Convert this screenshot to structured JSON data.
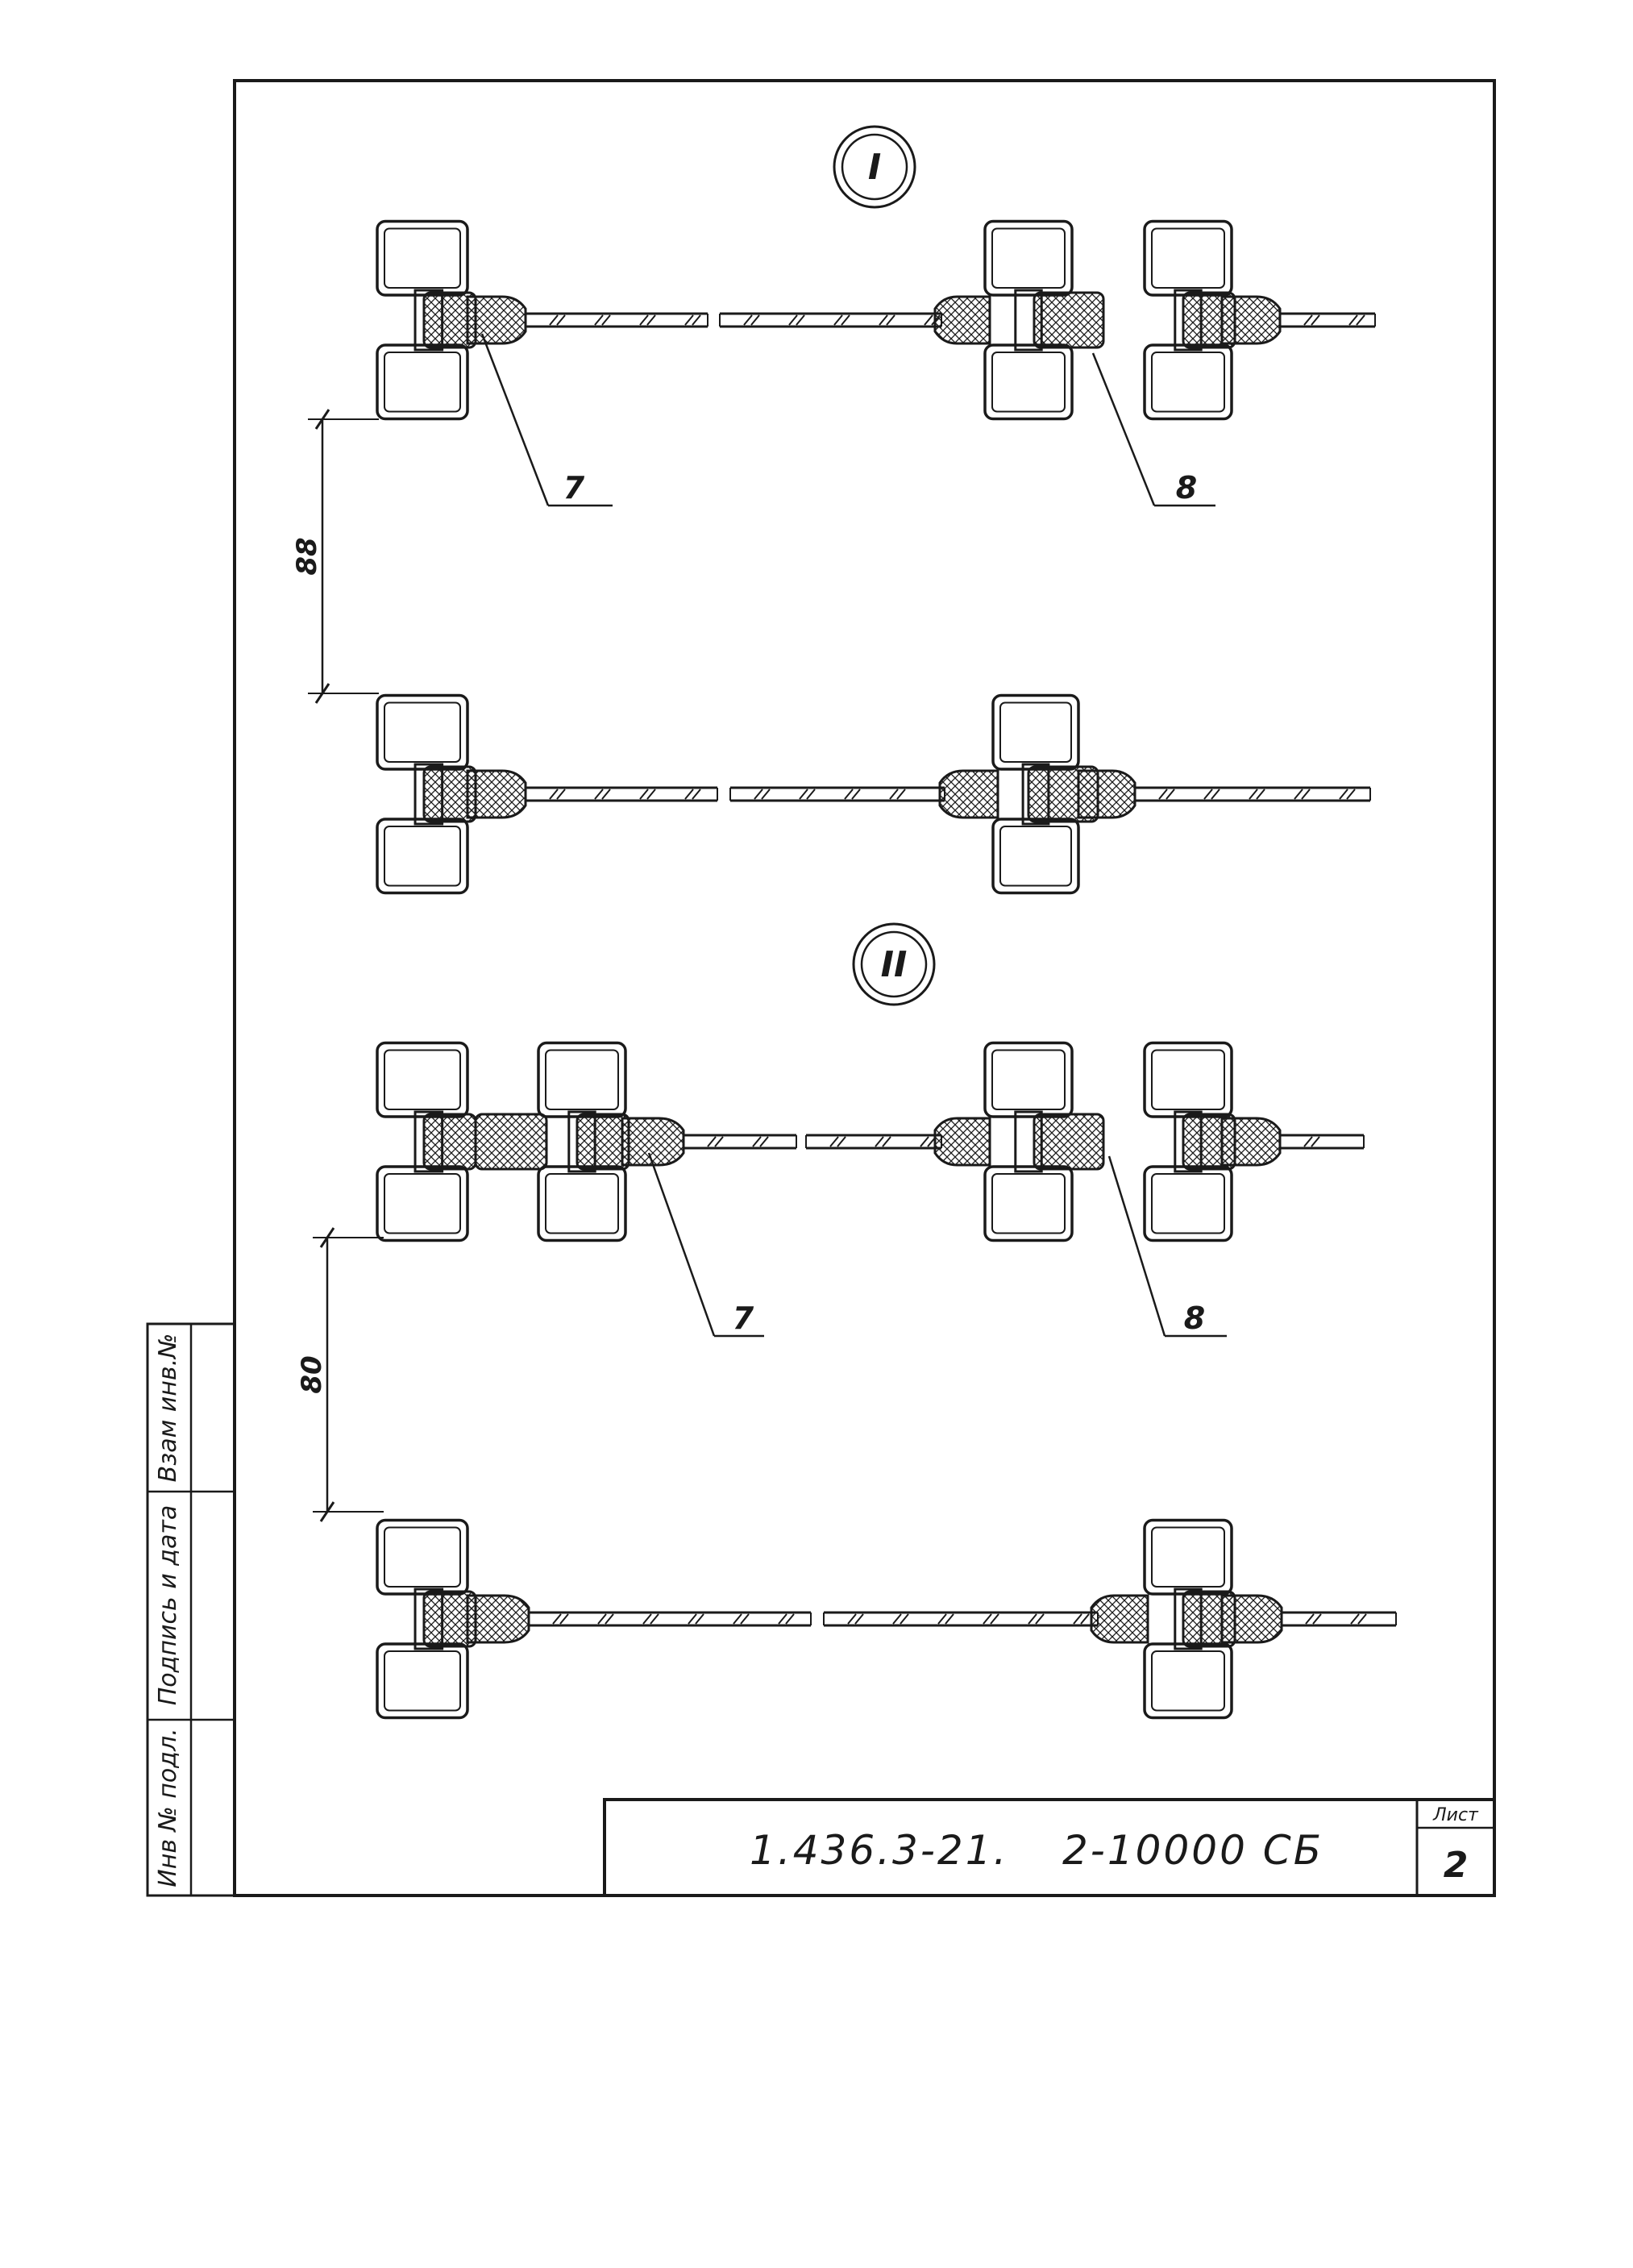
{
  "details": {
    "first": "I",
    "second": "II"
  },
  "callouts": {
    "I_left": "7",
    "I_right": "8",
    "II_left": "7",
    "II_right": "8"
  },
  "dimensions": {
    "I_spacing": "88",
    "II_spacing": "80"
  },
  "title_block": {
    "code": "1.436.3-21.",
    "number": "2-10000 СБ",
    "sheet_label": "Лист",
    "sheet_number": "2"
  },
  "side_strip": {
    "inv_orig": "Инв № подл.",
    "sign_date": "Подпись и дата",
    "replaced_inv": "Взам инв.№"
  },
  "colors": {
    "ink": "#1a1a1a",
    "paper": "#ffffff"
  }
}
